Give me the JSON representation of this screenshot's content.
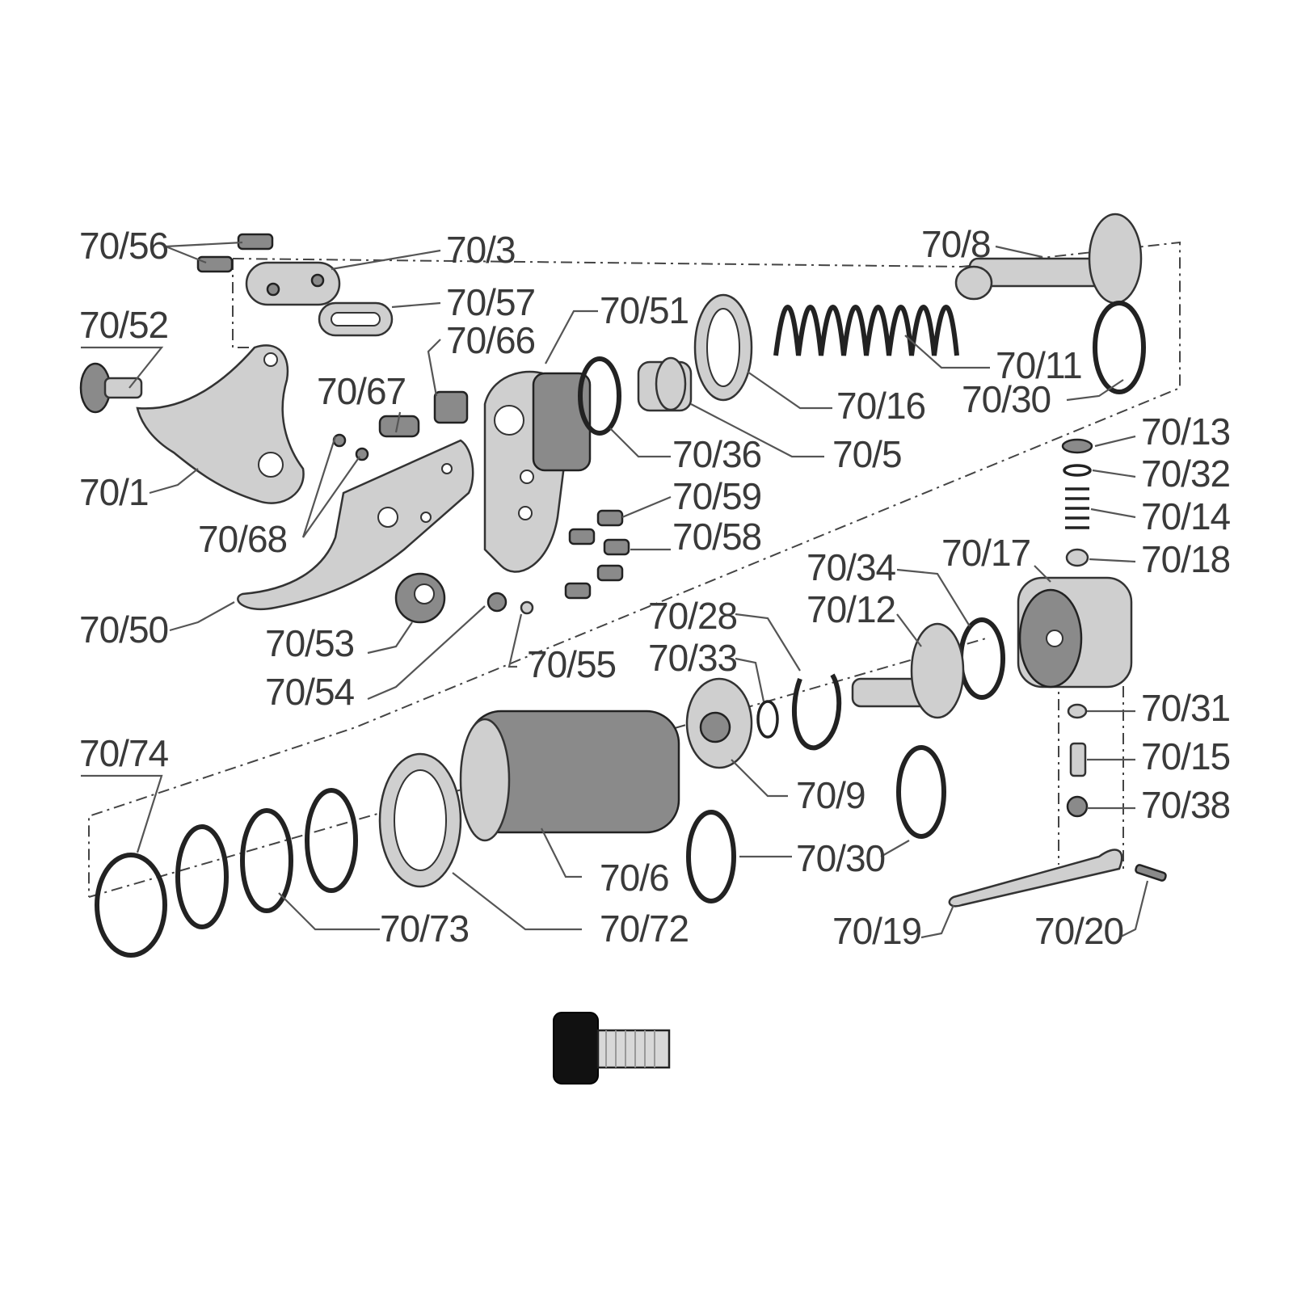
{
  "labels": {
    "p70_56": "70/56",
    "p70_3": "70/3",
    "p70_8": "70/8",
    "p70_52": "70/52",
    "p70_57": "70/57",
    "p70_51": "70/51",
    "p70_66": "70/66",
    "p70_67": "70/67",
    "p70_11": "70/11",
    "p70_30_a": "70/30",
    "p70_16": "70/16",
    "p70_36": "70/36",
    "p70_5": "70/5",
    "p70_1": "70/1",
    "p70_68": "70/68",
    "p70_59": "70/59",
    "p70_58": "70/58",
    "p70_13": "70/13",
    "p70_32": "70/32",
    "p70_14": "70/14",
    "p70_18": "70/18",
    "p70_17": "70/17",
    "p70_34": "70/34",
    "p70_12": "70/12",
    "p70_28": "70/28",
    "p70_33": "70/33",
    "p70_50": "70/50",
    "p70_53": "70/53",
    "p70_55": "70/55",
    "p70_54": "70/54",
    "p70_31": "70/31",
    "p70_15": "70/15",
    "p70_38": "70/38",
    "p70_9": "70/9",
    "p70_74": "70/74",
    "p70_30_b": "70/30",
    "p70_6": "70/6",
    "p70_73": "70/73",
    "p70_72": "70/72",
    "p70_19": "70/19",
    "p70_20": "70/20"
  }
}
